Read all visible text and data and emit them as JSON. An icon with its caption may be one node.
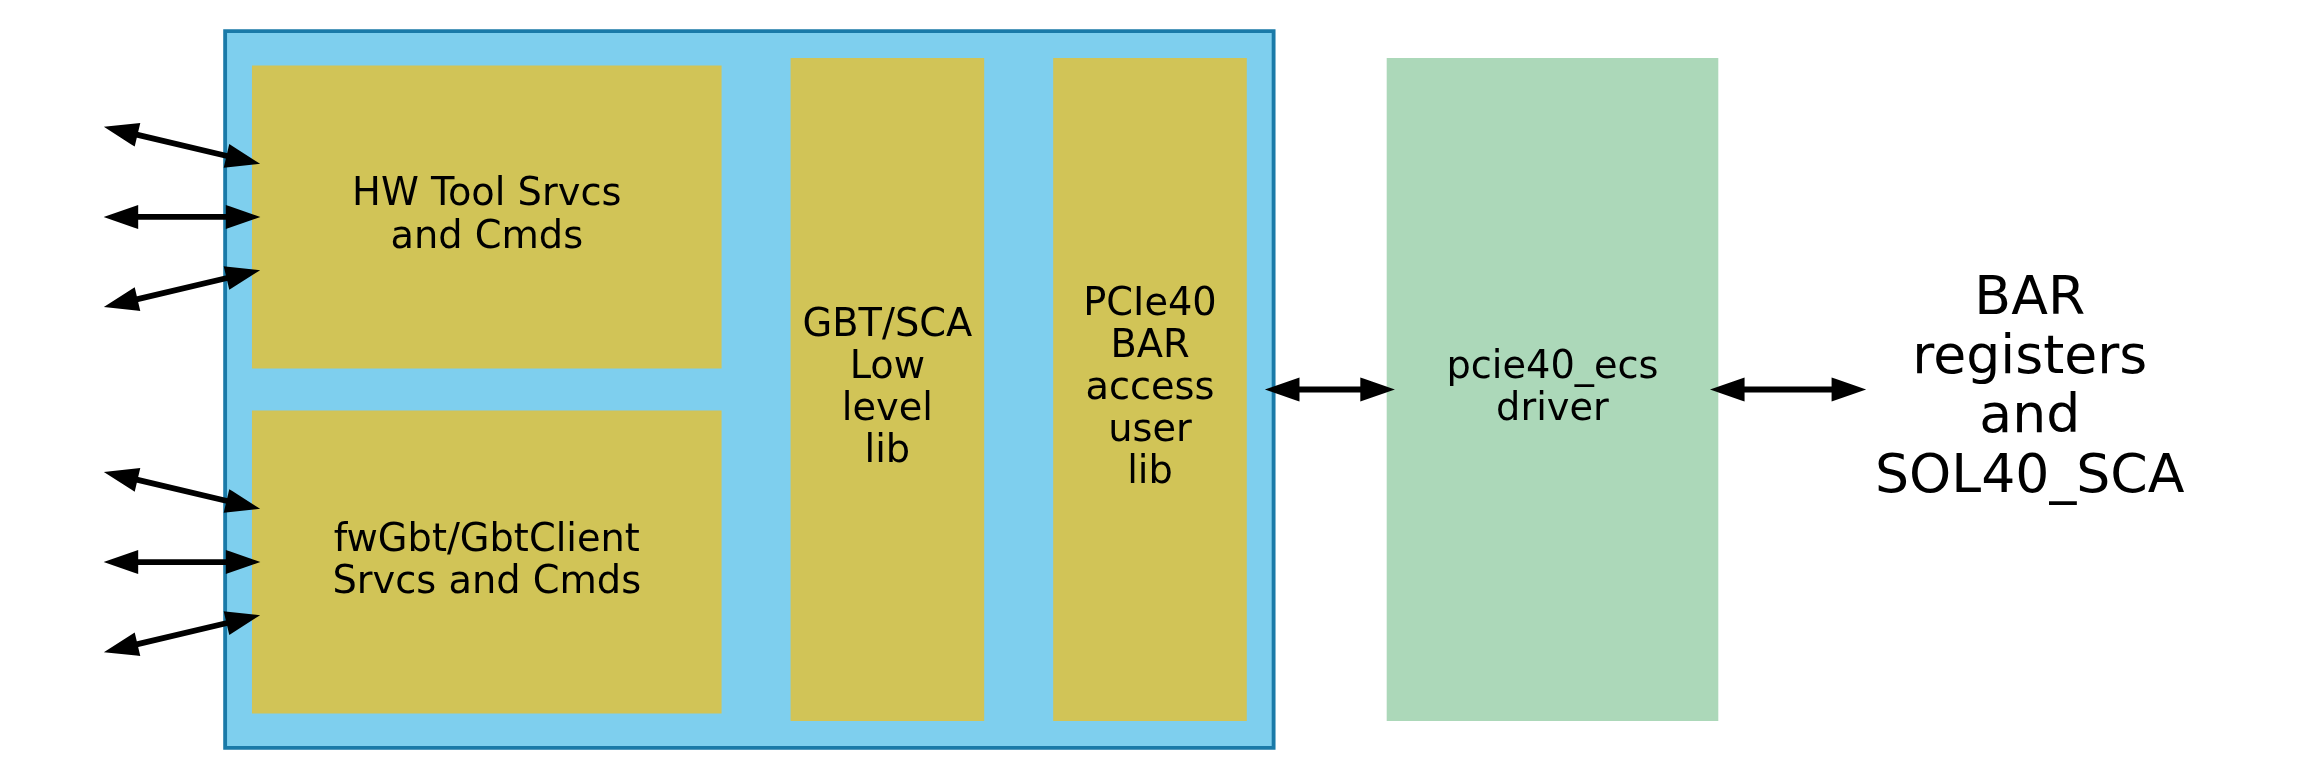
{
  "diagram": {
    "nodes": [
      {
        "text": [],
        "shape": "box"
      },
      {
        "text": [
          "HW Tool Srvcs and Cmds"
        ],
        "in": 0
      },
      {
        "text": [
          "fwGbt/GbtClient Srvcs and Cmds"
        ],
        "in": 0
      },
      {
        "text": [
          "GBT/SCA Low level lib"
        ],
        "in": 0
      },
      {
        "text": [
          "PCIe40 BAR access user lib"
        ],
        "in": 0
      },
      {
        "text": [
          "pcie40_ecs driver"
        ]
      },
      {
        "text": [
          "BAR registers and SOL40_SCA"
        ]
      }
    ],
    "edges": [
      {
        "from": null,
        "to": 1,
        "arrow": "both"
      },
      {
        "from": null,
        "to": 1,
        "arrow": "both"
      },
      {
        "from": null,
        "to": 1,
        "arrow": "both"
      },
      {
        "from": null,
        "to": 2,
        "arrow": "both"
      },
      {
        "from": null,
        "to": 2,
        "arrow": "both"
      },
      {
        "from": null,
        "to": 2,
        "arrow": "both"
      },
      {
        "from": 0,
        "to": 5,
        "arrow": "both"
      },
      {
        "from": 5,
        "to": 6,
        "arrow": "both"
      }
    ]
  }
}
